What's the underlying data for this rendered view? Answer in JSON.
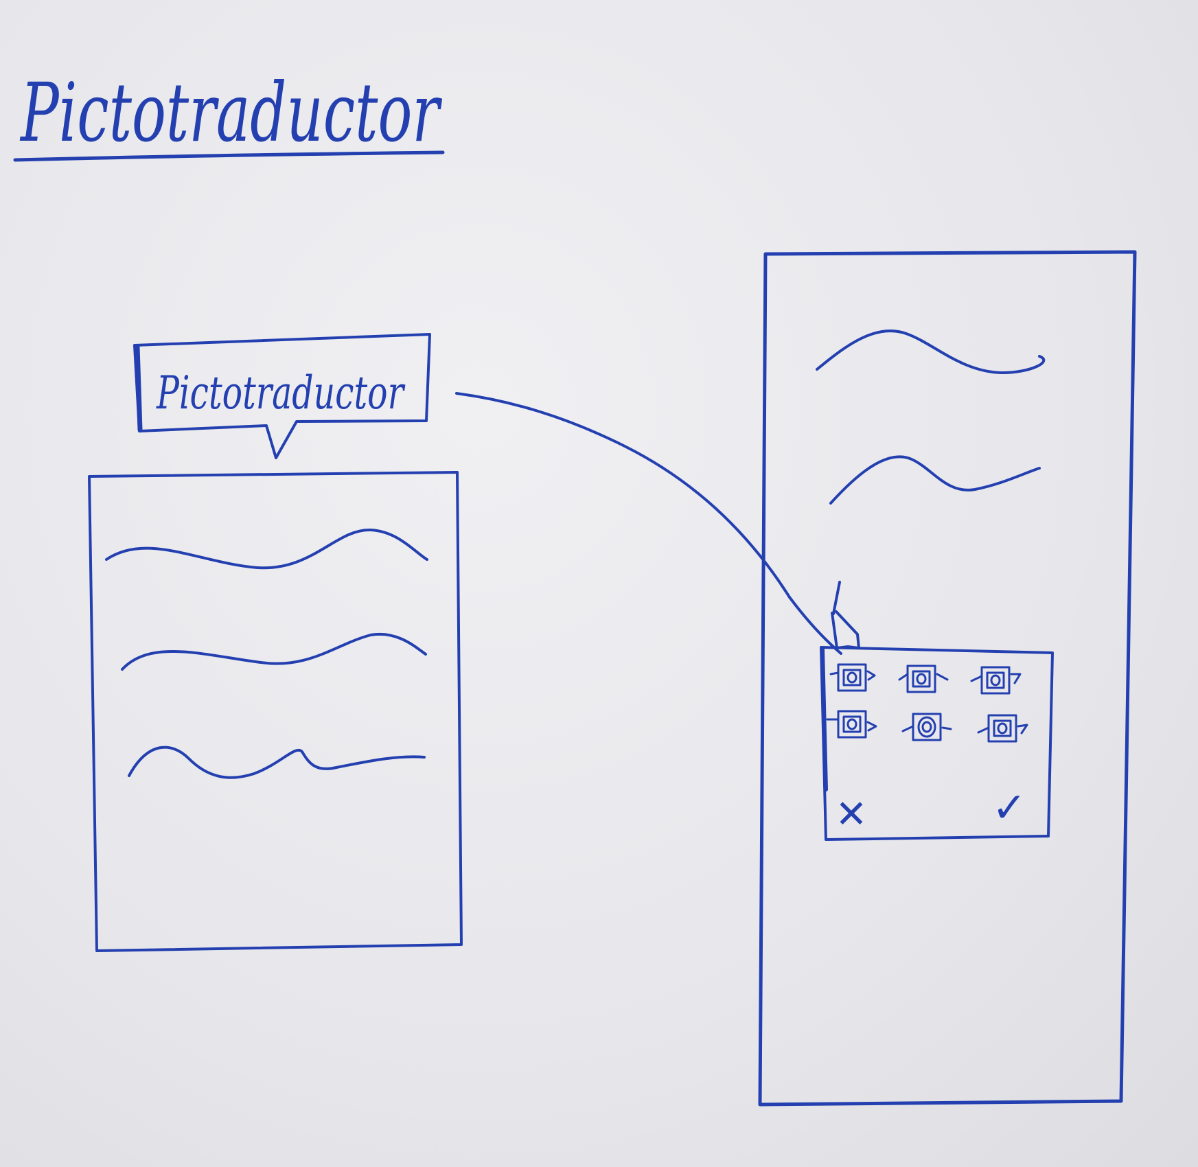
{
  "sheet_title": "Pictotraductor",
  "popup_label": "Pictotraductor",
  "dialog": {
    "cancel_symbol": "✕",
    "confirm_symbol": "✓",
    "pictogram_rows": 2,
    "pictogram_cols": 3
  },
  "colors": {
    "ink": "#2440b0",
    "paper": "#e9e9ec"
  }
}
